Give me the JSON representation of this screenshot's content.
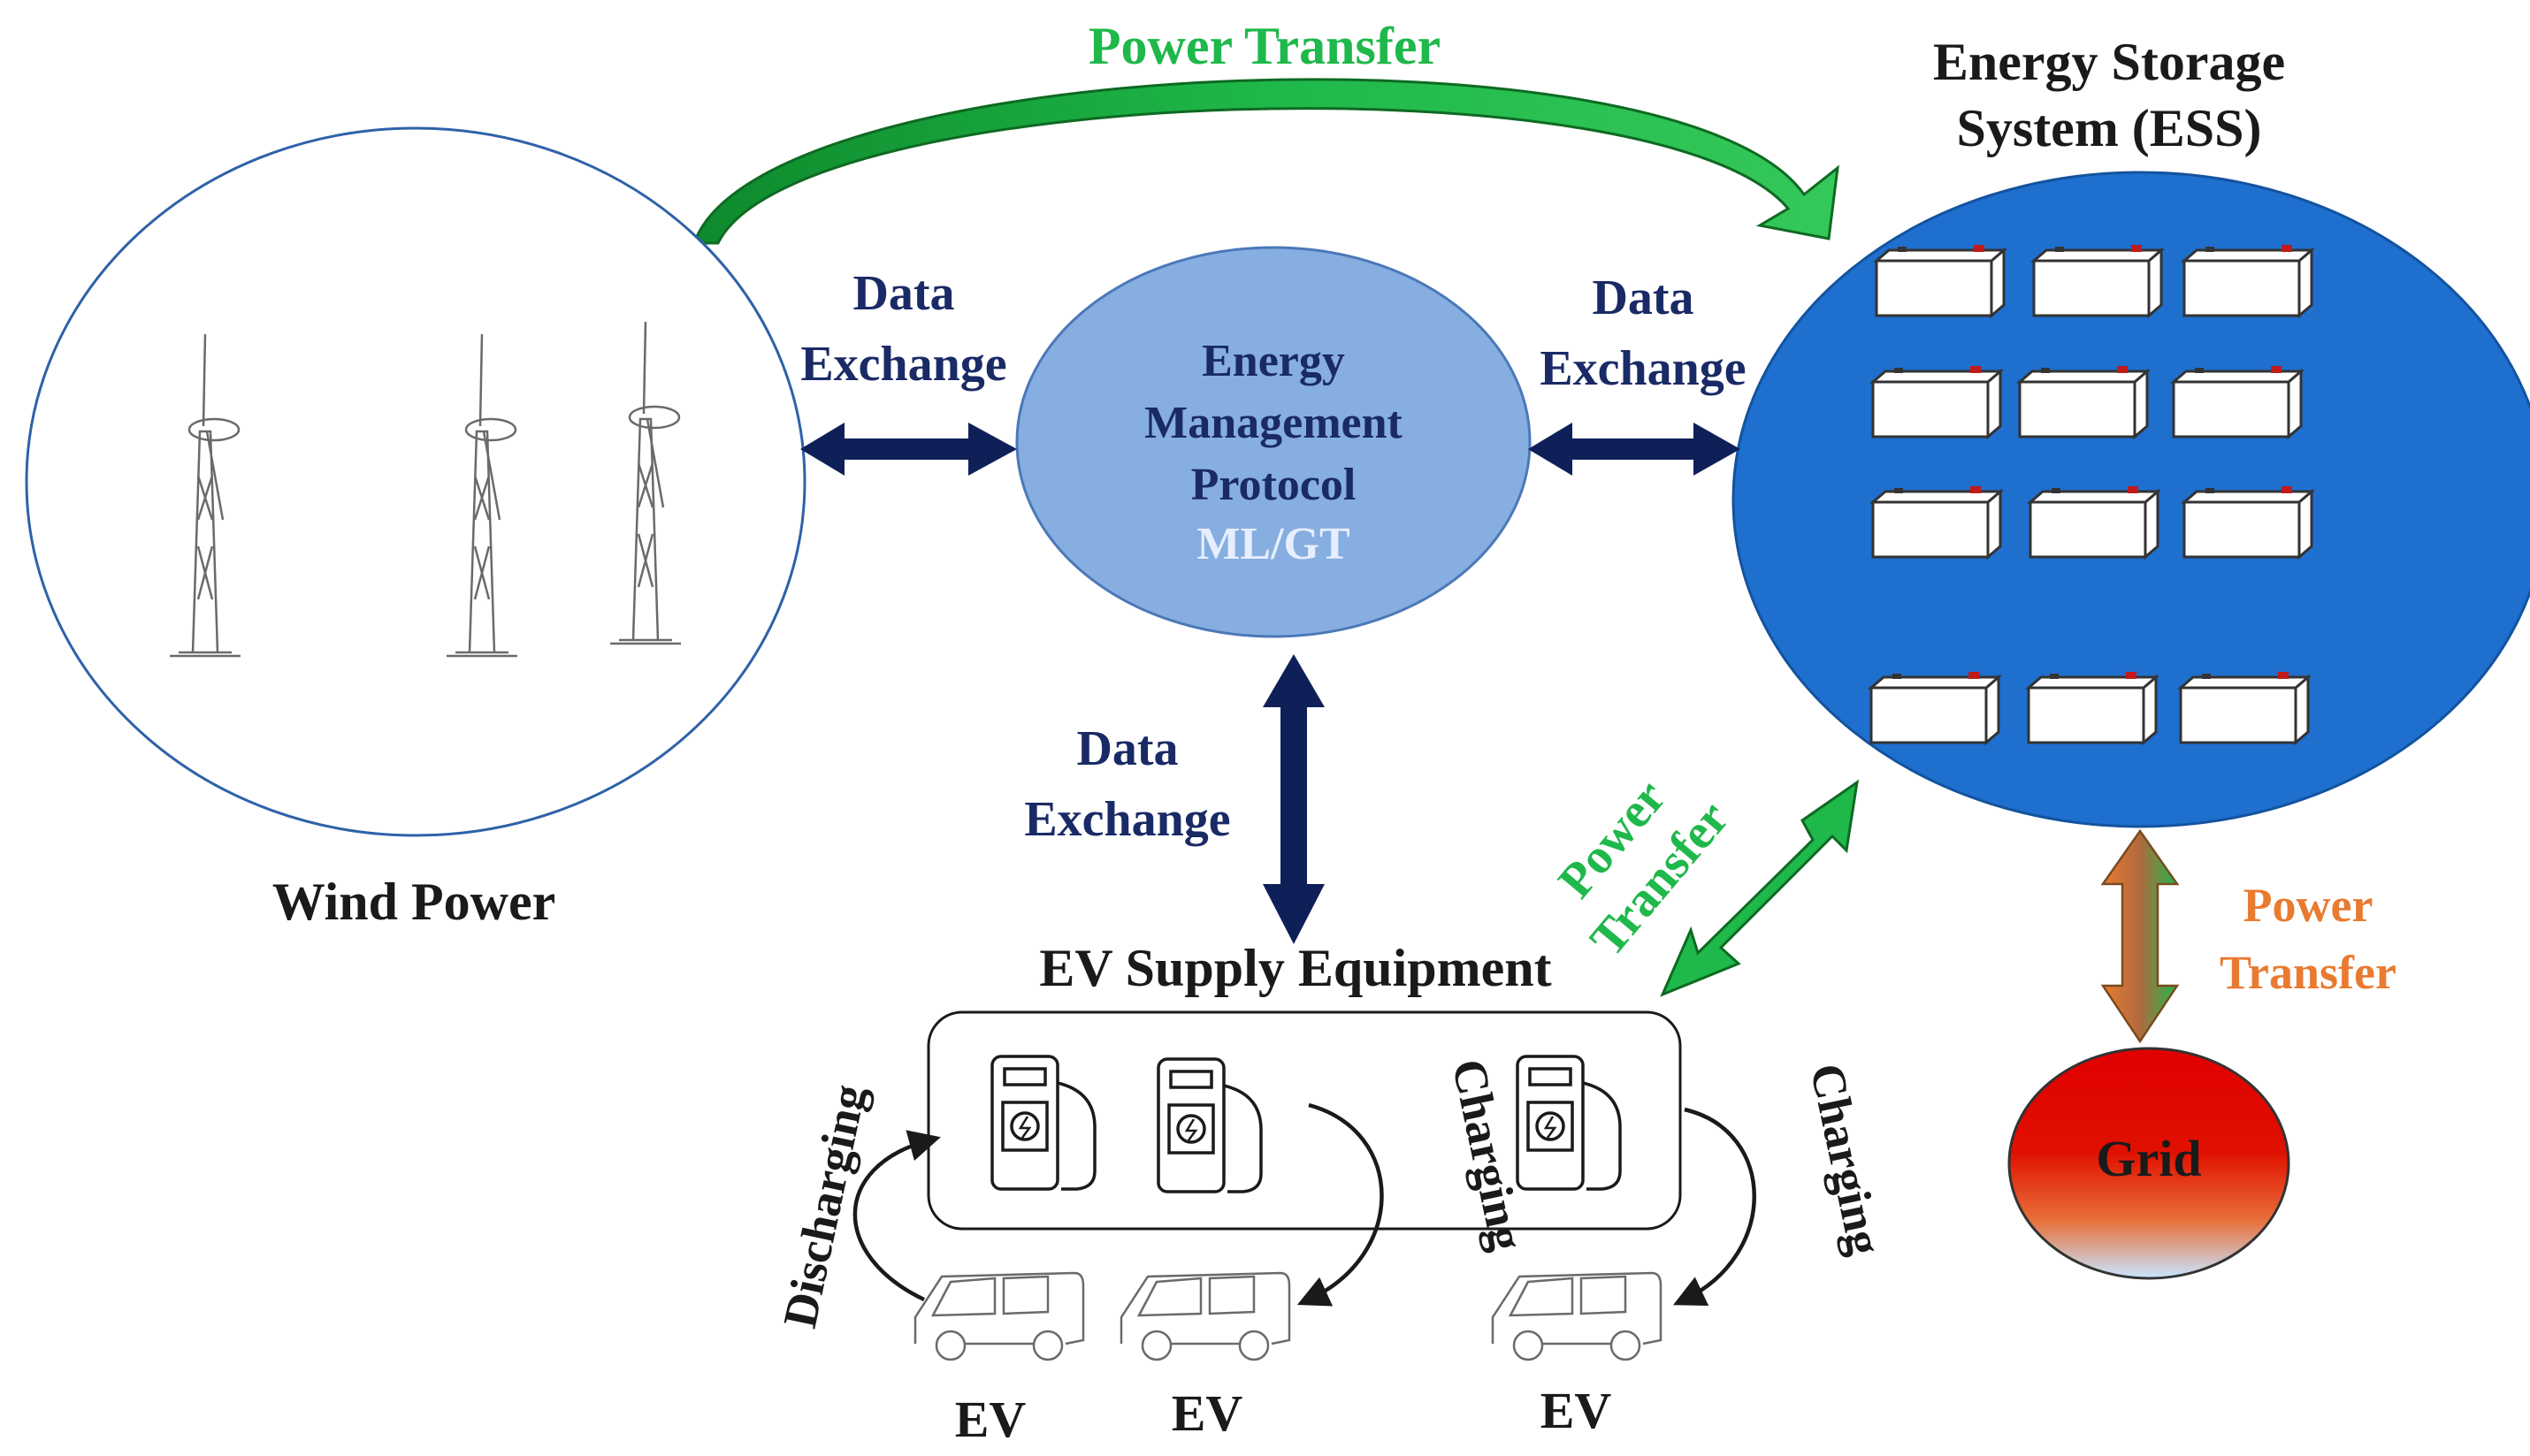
{
  "nodes": {
    "wind": "Wind Power",
    "emp": [
      "Energy",
      "Management",
      "Protocol"
    ],
    "emp_method": "ML/GT",
    "ess": [
      "Energy Storage",
      "System (ESS)"
    ],
    "evse": "EV Supply Equipment",
    "grid": "Grid"
  },
  "links": {
    "top_power": "Power Transfer",
    "data_left": [
      "Data",
      "Exchange"
    ],
    "data_right": [
      "Data",
      "Exchange"
    ],
    "data_bottom": [
      "Data",
      "Exchange"
    ],
    "power_ess_evse": [
      "Power",
      "Transfer"
    ],
    "power_grid": [
      "Power",
      "Transfer"
    ]
  },
  "ev_flows": {
    "discharging": "Discharging",
    "charging_1": "Charging",
    "charging_2": "Charging",
    "ev_labels": [
      "EV",
      "EV",
      "EV"
    ]
  },
  "colors": {
    "navy_text": "#1a2a66",
    "navy_arrow": "#0f2058",
    "green": "#1fb84a",
    "ess_fill": "#1f6fcf",
    "emp_fill": "#86aee0",
    "grid_top": "#e00000",
    "grid_bottom": "#c8e6ff",
    "orange": "#e87b30"
  }
}
